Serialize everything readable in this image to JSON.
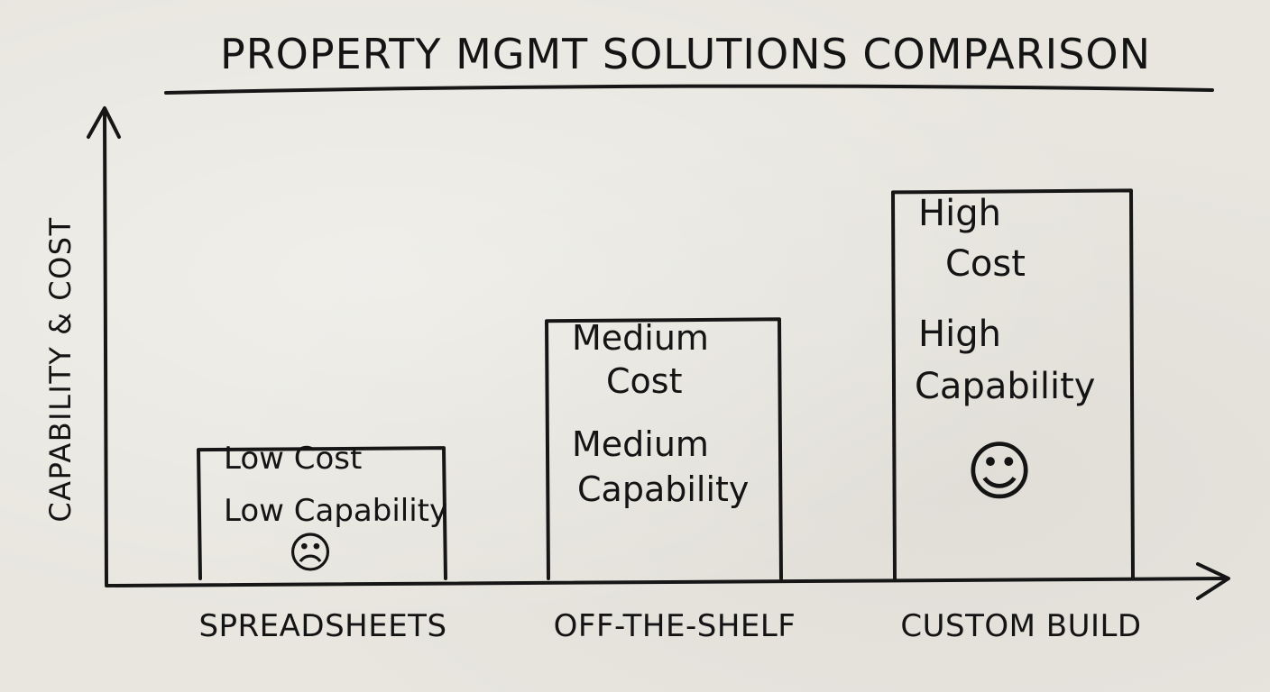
{
  "chart_data": {
    "type": "bar",
    "title": "PROPERTY MGMT SOLUTIONS COMPARISON",
    "ylabel": "CAPABILITY & COST",
    "xlabel": "",
    "categories": [
      "SPREADSHEETS",
      "OFF-THE-SHELF",
      "CUSTOM BUILD"
    ],
    "values": [
      1,
      2,
      3
    ],
    "ylim": [
      0,
      3.5
    ],
    "grid": false,
    "legend": "none",
    "annotations": [
      {
        "lines": [
          "Low Cost",
          "Low Capability"
        ],
        "face": "☹"
      },
      {
        "lines": [
          "Medium",
          "Cost",
          "Medium",
          "Capability"
        ],
        "face": ""
      },
      {
        "lines": [
          "High",
          "Cost",
          "High",
          "Capability"
        ],
        "face": "☺"
      }
    ]
  },
  "colors": {
    "ink": "#161616",
    "board": "#e8e6df"
  }
}
